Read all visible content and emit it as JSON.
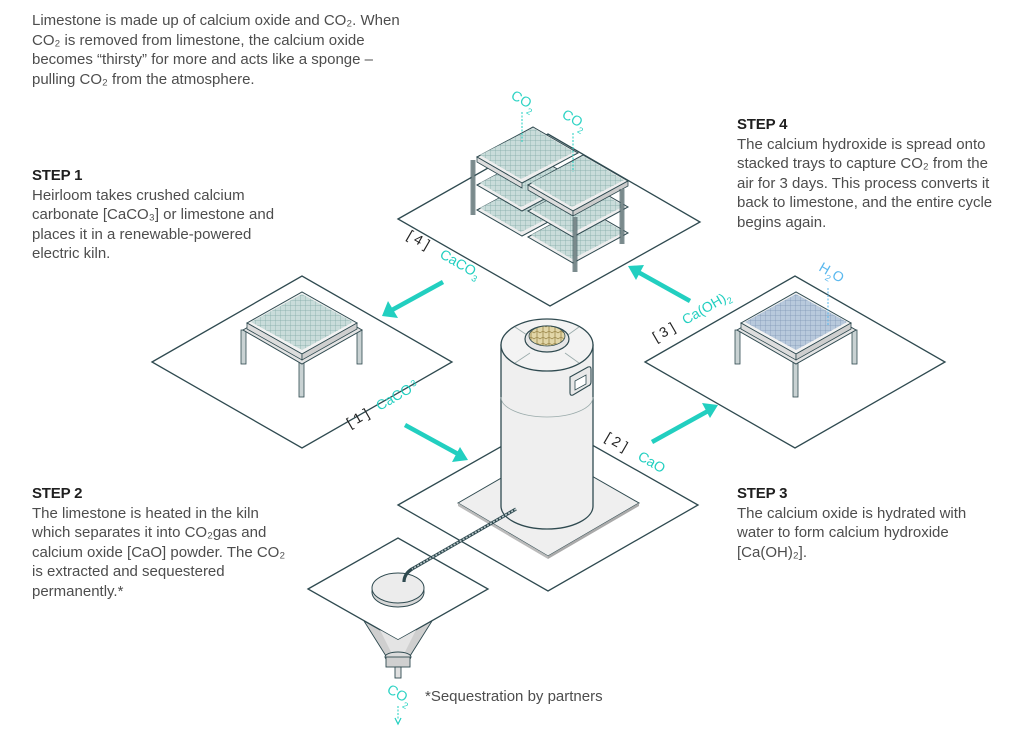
{
  "intro": {
    "text": "Limestone is made up of calcium oxide and CO₂. When CO₂ is removed from limestone, the calcium oxide becomes “thirsty” for more and acts like a sponge – pulling CO₂ from the atmosphere."
  },
  "steps": [
    {
      "heading": "STEP 1",
      "text": "Heirloom takes crushed calcium carbonate [CaCO₃] or limestone and places it in a renewable-powered electric kiln."
    },
    {
      "heading": "STEP 2",
      "text": "The limestone is heated in the kiln which separates it into CO₂gas and calcium oxide [CaO] powder. The CO₂ is extracted and sequestered permanently.*"
    },
    {
      "heading": "STEP 3",
      "text": "The calcium oxide is hydrated with water to form calcium hydroxide [Ca(OH)₂]."
    },
    {
      "heading": "STEP 4",
      "text": "The calcium hydroxide is spread onto stacked trays to capture CO₂ from the air for 3 days. This process converts it back to limestone, and the entire cycle begins again."
    }
  ],
  "diagram": {
    "stage_labels": [
      {
        "index": "[ 1 ]",
        "compound": "CaCO",
        "subscript": "3"
      },
      {
        "index": "[ 2 ]",
        "compound": "CaO",
        "subscript": ""
      },
      {
        "index": "[ 3 ]",
        "compound": "Ca(OH)",
        "subscript": "2"
      },
      {
        "index": "[ 4 ]",
        "compound": "CaCO",
        "subscript": "3"
      }
    ],
    "gas_labels": {
      "co2_main": "CO",
      "co2_sub": "2",
      "h2o_main": "H",
      "h2o_sub": "2",
      "h2o_end": "O"
    },
    "colors": {
      "accent": "#22cfc0",
      "water": "#5ab8ee",
      "outline": "#2f4a50",
      "tray_mesh": "#8fb8b4",
      "tray_mesh_water": "#8fa8c4",
      "kiln_fill": "#efefef",
      "limestone_core": "#b8a46a"
    }
  },
  "footnote": "*Sequestration by partners"
}
